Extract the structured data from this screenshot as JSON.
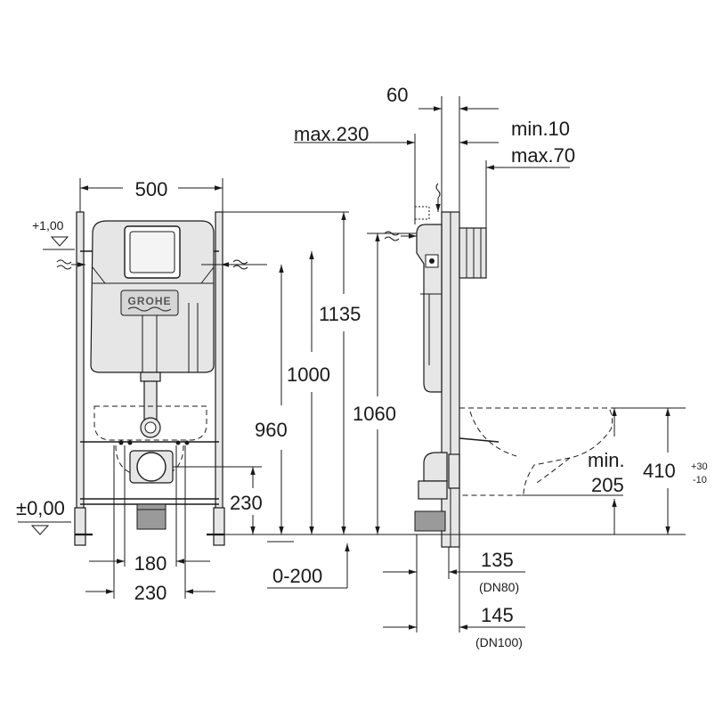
{
  "dims": {
    "d60": "60",
    "max230": "max.230",
    "min10": "min.10",
    "max70": "max.70",
    "d500": "500",
    "plus100": "+1,00",
    "d1135": "1135",
    "d1000": "1000",
    "d960": "960",
    "d1060": "1060",
    "pm000": "±0,00",
    "d230a": "230",
    "d180": "180",
    "d230b": "230",
    "d0_200": "0-200",
    "d135": "135",
    "dn80": "(DN80)",
    "d145": "145",
    "dn100": "(DN100)",
    "min": "min.",
    "d205": "205",
    "d410": "410",
    "tol_plus": "+30",
    "tol_minus": "-10"
  },
  "logo": "GROHE"
}
